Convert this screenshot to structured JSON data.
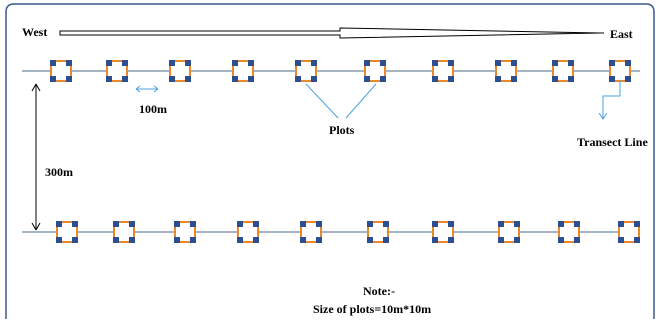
{
  "diagram": {
    "direction": {
      "west": "West",
      "east": "East"
    },
    "spacing_label": "100m",
    "row_gap_label": "300m",
    "plots_label": "Plots",
    "transect_label": "Transect Line",
    "note": {
      "title": "Note:-",
      "text": "Size of plots=10m*10m"
    },
    "rows": [
      {
        "plot_count": 10
      },
      {
        "plot_count": 10
      }
    ],
    "colors": {
      "frame": "#3c5a8c",
      "plot_outline": "#e8892b",
      "plot_corner": "#2e4f8f",
      "transect": "#8a9bb0",
      "callout": "#4aa3df",
      "arrow": "#4aa3df"
    }
  }
}
